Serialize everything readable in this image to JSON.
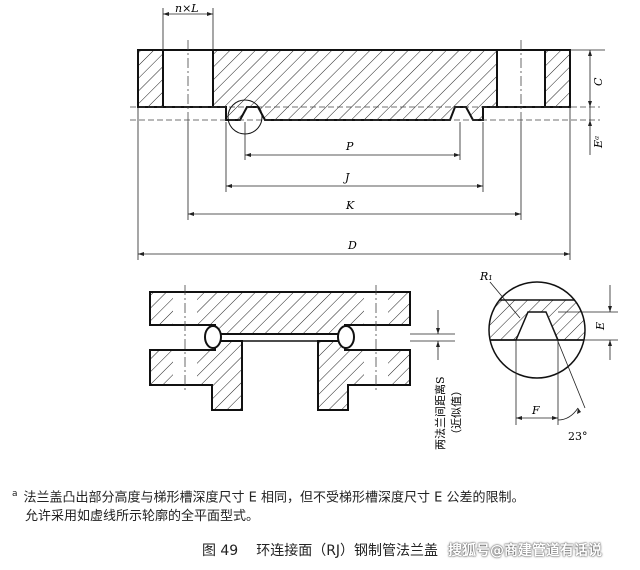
{
  "labels": {
    "nl": "n×L",
    "c": "C",
    "ea": "Eᵃ",
    "p": "P",
    "j": "J",
    "k": "K",
    "d": "D",
    "r1": "R₁",
    "e": "E",
    "f": "F",
    "angle": "23°",
    "s_line1": "两法兰间距离S",
    "s_line2": "（近似值）"
  },
  "note": {
    "marker": "a",
    "line1": "法兰盖凸出部分高度与梯形槽深度尺寸 E 相同，但不受梯形槽深度尺寸 E 公差的限制。",
    "line2": "允许采用如虚线所示轮廓的全平面型式。"
  },
  "caption": {
    "figure": "图 49",
    "title": "环连接面（RJ）钢制管法兰盖"
  },
  "watermark": "搜狐号@商建管道有话说"
}
